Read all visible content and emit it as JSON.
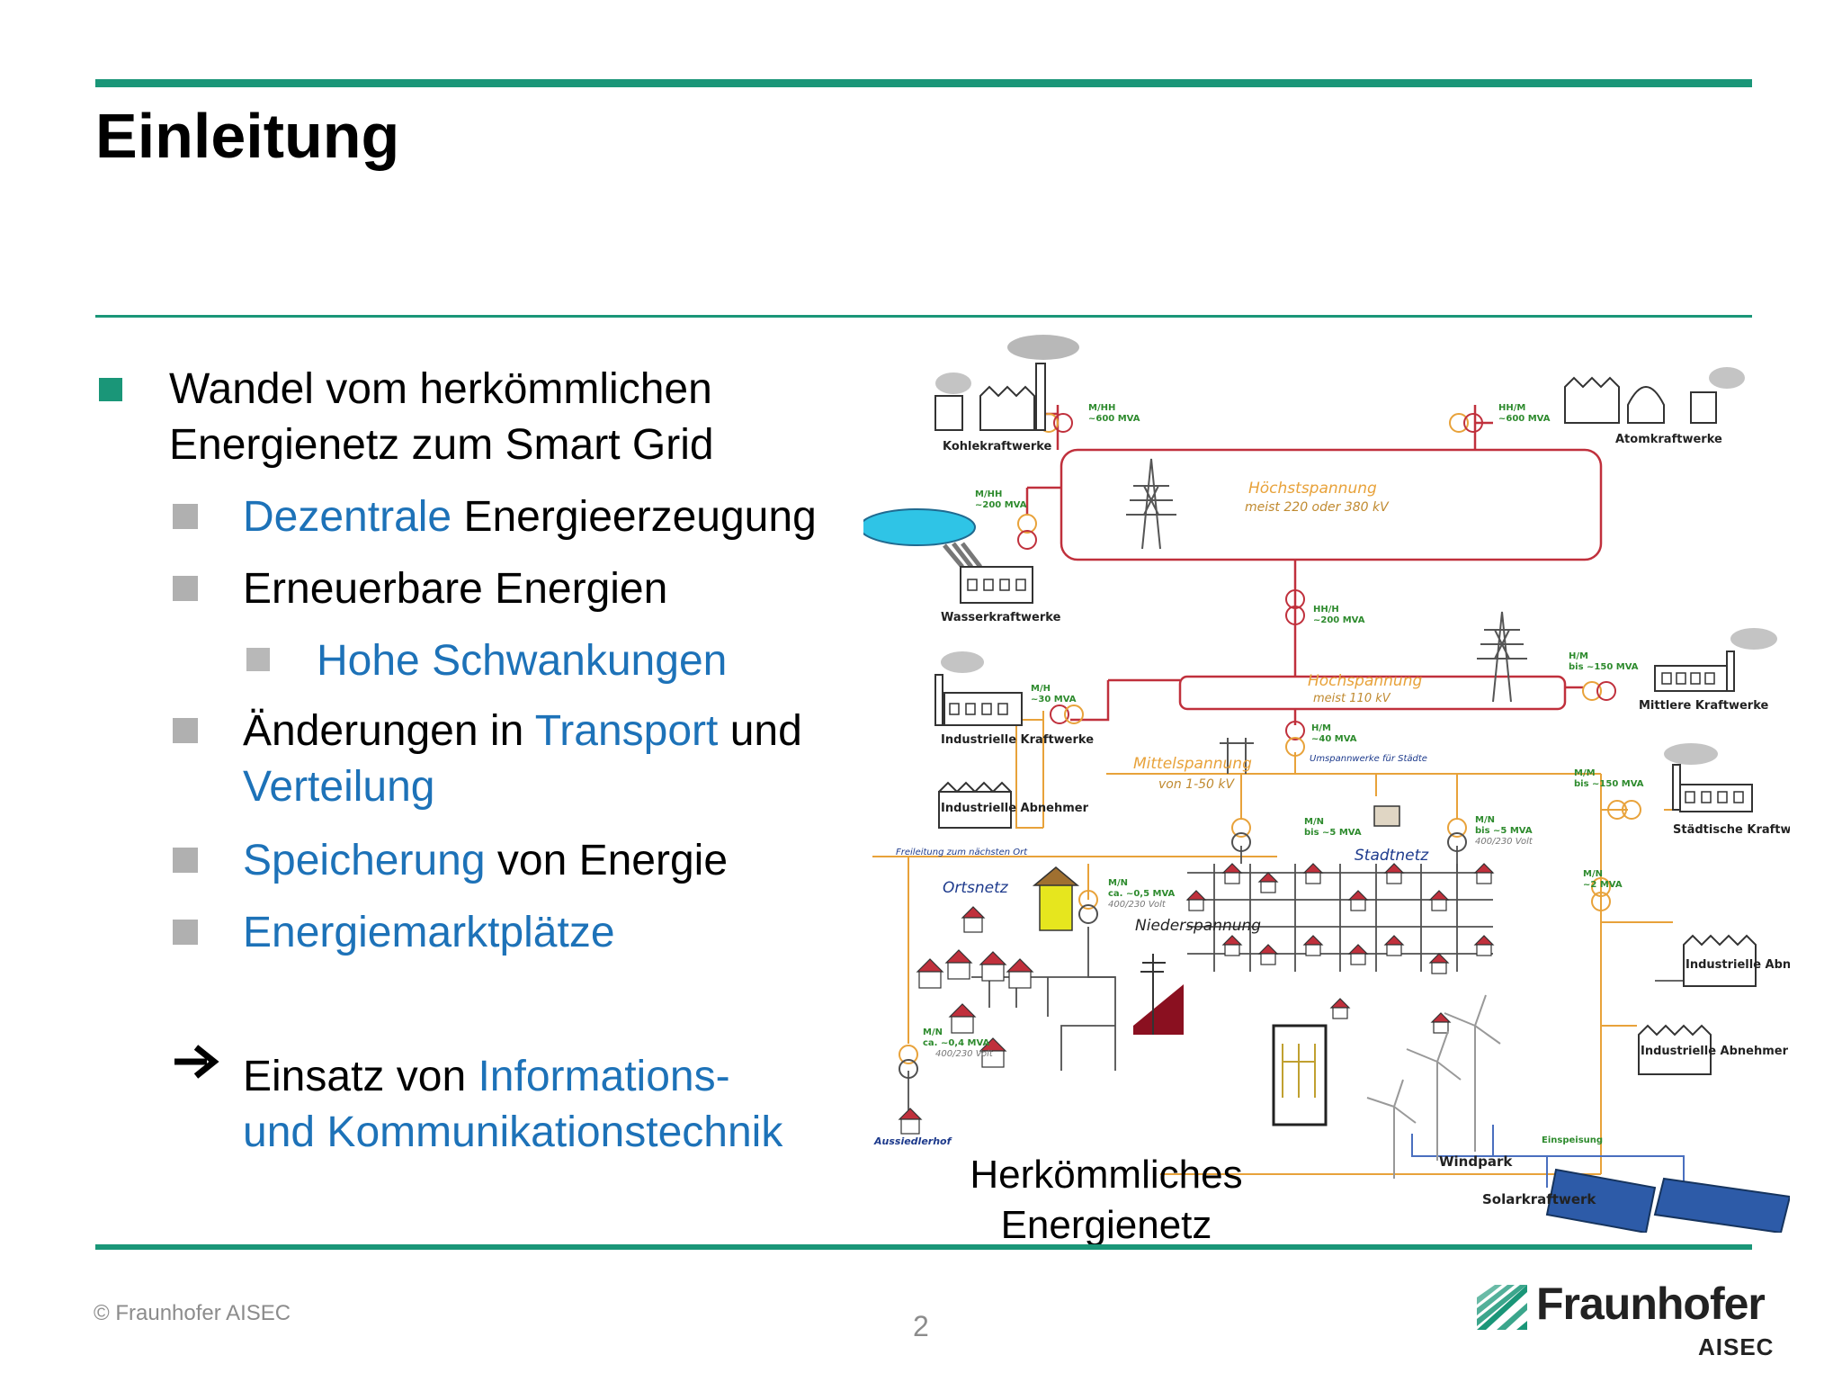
{
  "slide": {
    "title": "Einleitung",
    "page_number": "2",
    "copyright": "© Fraunhofer AISEC",
    "logo_name": "Fraunhofer",
    "logo_sub": "AISEC"
  },
  "bullets": {
    "b1_line1": "Wandel vom herkömmlichen",
    "b1_line2": "Energienetz zum Smart Grid",
    "s1_blue": "Dezentrale",
    "s1_rest": " Energieerzeugung",
    "s2": "Erneuerbare Energien",
    "s2a": "Hohe Schwankungen",
    "s3_a": "Änderungen in ",
    "s3_b": "Transport",
    "s3_c": " und",
    "s3_d": "Verteilung",
    "s4_blue": "Speicherung",
    "s4_rest": " von Energie",
    "s5": "Energiemarktplätze",
    "conc_a": "Einsatz von ",
    "conc_b": "Informations-",
    "conc_c": "und Kommunikationstechnik"
  },
  "diagram": {
    "caption_line1": "Herkömmliches",
    "caption_line2": "Energienetz",
    "labels": {
      "kohle": "Kohlekraftwerke",
      "atom": "Atomkraftwerke",
      "wasser": "Wasserkraftwerke",
      "ind_kw": "Industrielle Kraftwerke",
      "ind_ab1": "Industrielle Abnehmer",
      "mittlere": "Mittlere Kraftwerke",
      "staedt": "Städtische Kraftwerke",
      "ind_ab2": "Industrielle Abnehmer",
      "ind_ab3": "Industrielle Abnehmer",
      "windpark": "Windpark",
      "solar": "Solarkraftwerk",
      "aussiedler": "Aussiedlerhof",
      "ortsnetz": "Ortsnetz",
      "stadtnetz": "Stadtnetz",
      "nieder": "Niederspannung",
      "freileitung": "Freileitung zum nächsten Ort",
      "einspeisung": "Einspeisung",
      "umspann": "Umspannwerke für Städte"
    },
    "voltage": {
      "hoechst": "Höchstspannung",
      "hoechst_sub": "meist 220 oder 380 kV",
      "hoch": "Hochspannung",
      "hoch_sub": "meist 110 kV",
      "mittel": "Mittelspannung",
      "mittel_sub": "von 1-50 kV"
    },
    "transformers": {
      "t1a": "M/HH",
      "t1b": "~600 MVA",
      "t2a": "HH/M",
      "t2b": "~600 MVA",
      "t3a": "M/HH",
      "t3b": "~200 MVA",
      "t4a": "HH/H",
      "t4b": "~200 MVA",
      "t5a": "H/M",
      "t5b": "bis ~150 MVA",
      "t6a": "M/H",
      "t6b": "~30 MVA",
      "t7a": "H/M",
      "t7b": "~40 MVA",
      "t8a": "M/M",
      "t8b": "bis ~150 MVA",
      "t9a": "M/N",
      "t9b": "bis ~5 MVA",
      "t10a": "M/N",
      "t10b": "bis ~5 MVA",
      "t10c": "400/230 Volt",
      "t11a": "M/N",
      "t11b": "ca. ~0,5 MVA",
      "t11c": "400/230 Volt",
      "t12a": "M/N",
      "t12b": "~2 MVA",
      "t13a": "M/N",
      "t13b": "ca. ~0,4 MVA",
      "t13c": "400/230 Volt"
    }
  },
  "colors": {
    "accent": "#1a9678",
    "blue_text": "#1d72b8",
    "hv_line": "#c0303c",
    "mv_line": "#e8a23a",
    "lv_line": "#505050",
    "tr_label": "#2e8b2e"
  }
}
